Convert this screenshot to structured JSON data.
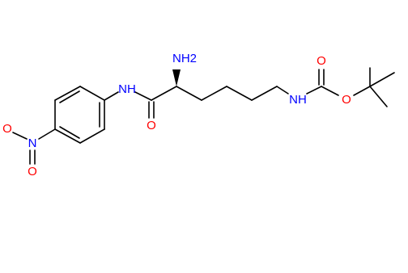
{
  "colors": {
    "bond": "#000000",
    "nitrogen": "#0000ff",
    "oxygen": "#ff0000"
  },
  "labels": {
    "amine_nh2": "NH2",
    "anilide_nh": "NH",
    "carbamate_nh": "NH",
    "amide_o": "O",
    "carbamate_co": "O",
    "carbamate_oc": "O",
    "nitro_n": "N",
    "nitro_o_top": "O",
    "nitro_o_bottom": "O"
  }
}
